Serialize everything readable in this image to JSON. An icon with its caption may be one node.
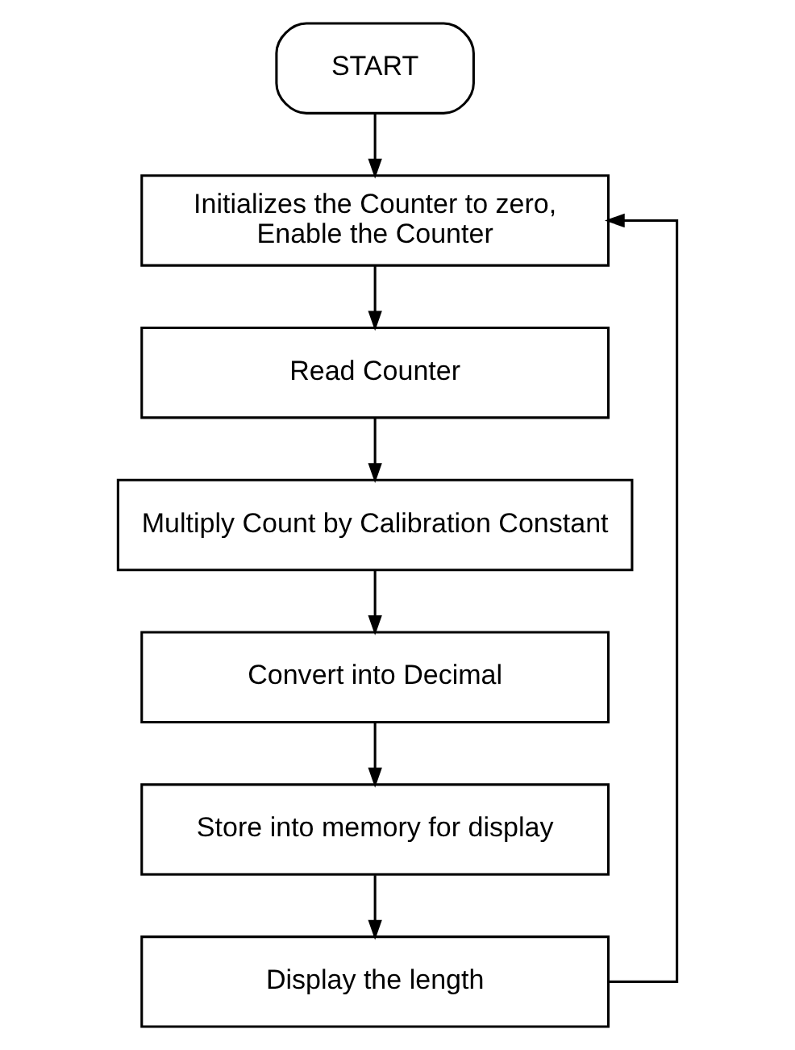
{
  "diagram": {
    "nodes": [
      {
        "text": [
          "START"
        ]
      },
      {
        "text": [
          "Initializes the Counter to zero, Enable the Counter"
        ]
      },
      {
        "text": [
          "Read Counter"
        ]
      },
      {
        "text": [
          "Multiply Count by Calibration Constant"
        ]
      },
      {
        "text": [
          "Convert into Decimal"
        ]
      },
      {
        "text": [
          "Store into memory for display"
        ]
      },
      {
        "text": [
          "Display the length"
        ]
      }
    ],
    "edges": [
      {
        "from": 0,
        "to": 1,
        "arrow": "to"
      },
      {
        "from": 1,
        "to": 2,
        "arrow": "to"
      },
      {
        "from": 2,
        "to": 3,
        "arrow": "to"
      },
      {
        "from": 3,
        "to": 4,
        "arrow": "to"
      },
      {
        "from": 4,
        "to": 5,
        "arrow": "to"
      },
      {
        "from": 5,
        "to": 6,
        "arrow": "to"
      },
      {
        "from": 6,
        "to": 1,
        "arrow": "to"
      }
    ]
  }
}
